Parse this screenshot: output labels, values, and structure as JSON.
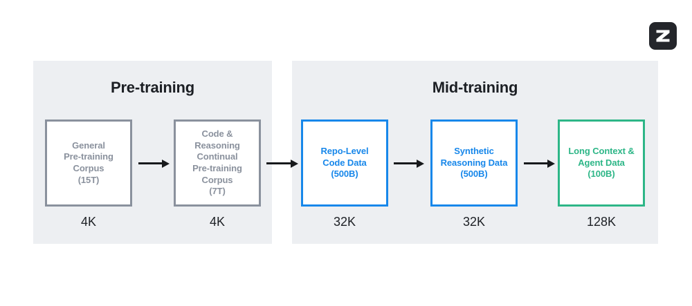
{
  "logo": {
    "letter": "Z"
  },
  "colors": {
    "blue": "#1787EA",
    "green": "#2DB687",
    "gray": "#8A919D",
    "dark": "#1C1F24",
    "panel_bg": "#EDEFF2",
    "logo_bg": "#24262B",
    "arrow": "#17191C",
    "box_bg": "#FFFFFF"
  },
  "stages": [
    {
      "title": "Pre-training",
      "boxes": [
        {
          "label": "General\nPre-training\nCorpus\n(15T)",
          "context_window": "4K",
          "color": "gray"
        },
        {
          "label": "Code &\nReasoning\nContinual\nPre-training\nCorpus\n(7T)",
          "context_window": "4K",
          "color": "gray"
        }
      ]
    },
    {
      "title": "Mid-training",
      "boxes": [
        {
          "label": "Repo-Level\nCode Data\n(500B)",
          "context_window": "32K",
          "color": "blue"
        },
        {
          "label": "Synthetic\nReasoning Data\n(500B)",
          "context_window": "32K",
          "color": "blue"
        },
        {
          "label": "Long Context &\nAgent Data\n(100B)",
          "context_window": "128K",
          "color": "green"
        }
      ]
    }
  ]
}
